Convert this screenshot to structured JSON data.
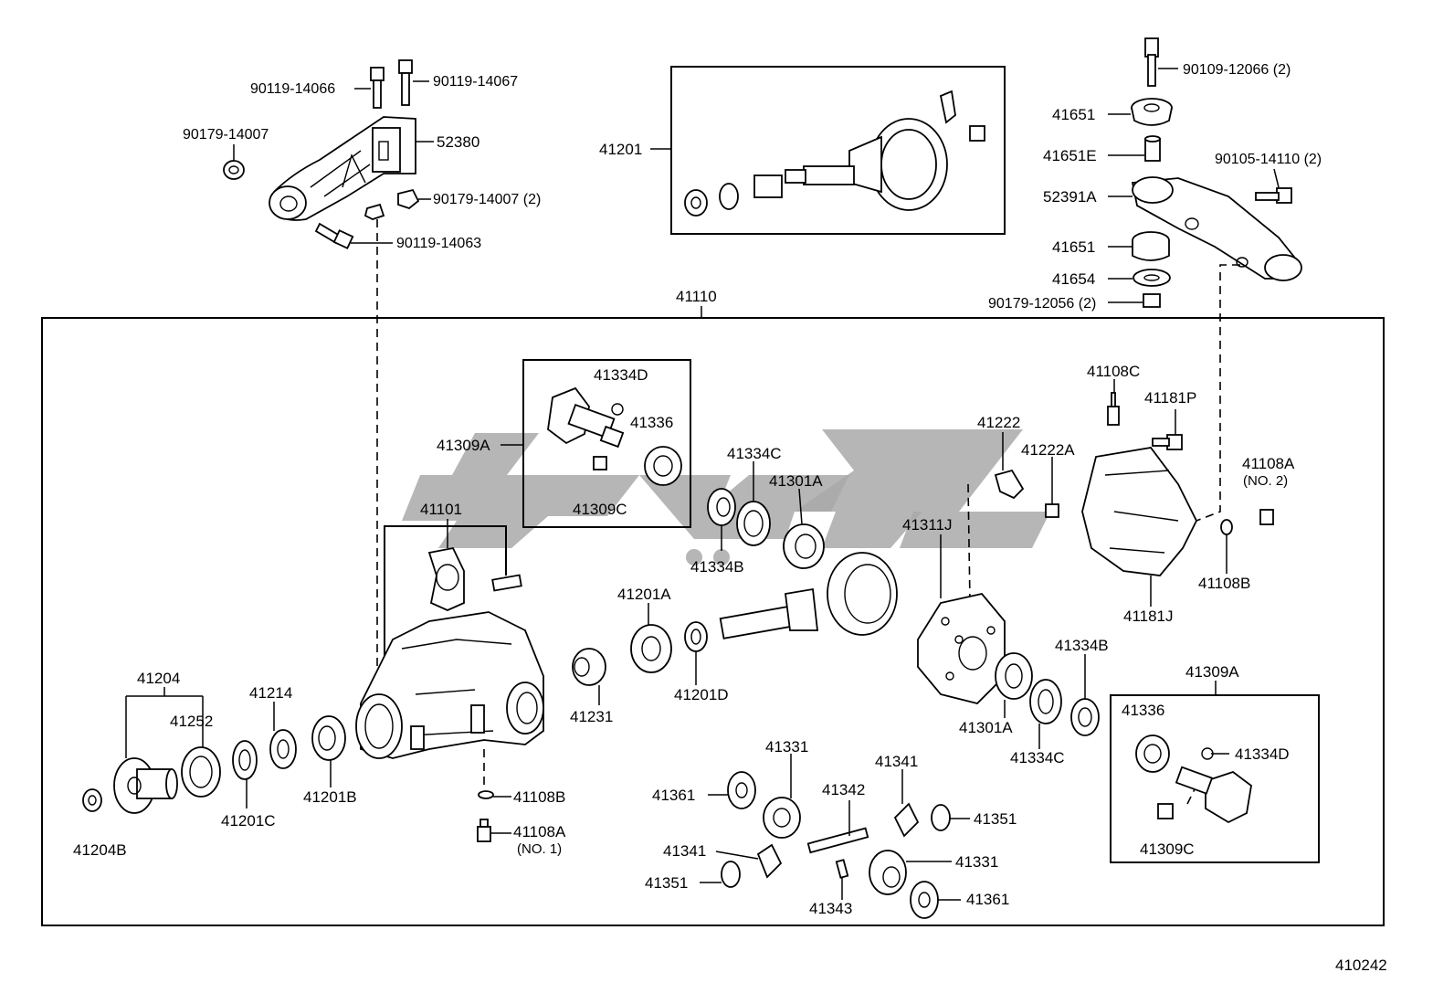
{
  "figure_number": "410242",
  "watermark": "",
  "labels": {
    "p90119_14066": "90119-14066",
    "p90119_14067": "90119-14067",
    "p90179_14007": "90179-14007",
    "p52380": "52380",
    "p90179_14007_2": "90179-14007 (2)",
    "p90119_14063": "90119-14063",
    "p41201": "41201",
    "p90109_12066_2": "90109-12066 (2)",
    "p41651_top": "41651",
    "p41651E": "41651E",
    "p90105_14110_2": "90105-14110 (2)",
    "p52391A": "52391A",
    "p41651_bottom": "41651",
    "p41654": "41654",
    "p90179_12056_2": "90179-12056 (2)",
    "p41110": "41110",
    "p41334D_box": "41334D",
    "p41336_box": "41336",
    "p41309A_box": "41309A",
    "p41309C_box": "41309C",
    "p41334C_top": "41334C",
    "p41301A_top": "41301A",
    "p41334B_top": "41334B",
    "p41222": "41222",
    "p41222A": "41222A",
    "p41108C": "41108C",
    "p41181P": "41181P",
    "p41108A_no2": "41108A",
    "p41108A_no2_sub": "(NO. 2)",
    "p41311J": "41311J",
    "p41108B_right": "41108B",
    "p41181J": "41181J",
    "p41101": "41101",
    "p41201A": "41201A",
    "p41204": "41204",
    "p41252": "41252",
    "p41214": "41214",
    "p41231": "41231",
    "p41201D": "41201D",
    "p41334B_right": "41334B",
    "p41309A_right": "41309A",
    "p41301A_bottom": "41301A",
    "p41336_right": "41336",
    "p41334D_right": "41334D",
    "p41334C_bottom": "41334C",
    "p41201C": "41201C",
    "p41201B": "41201B",
    "p41108B_left": "41108B",
    "p41108A_no1": "41108A",
    "p41108A_no1_sub": "(NO. 1)",
    "p41204B": "41204B",
    "p41331_top": "41331",
    "p41361_left": "41361",
    "p41342": "41342",
    "p41341_top": "41341",
    "p41351_right": "41351",
    "p41341_left": "41341",
    "p41351_left": "41351",
    "p41331_bottom": "41331",
    "p41343": "41343",
    "p41361_bottom": "41361",
    "p41309C_right": "41309C"
  }
}
